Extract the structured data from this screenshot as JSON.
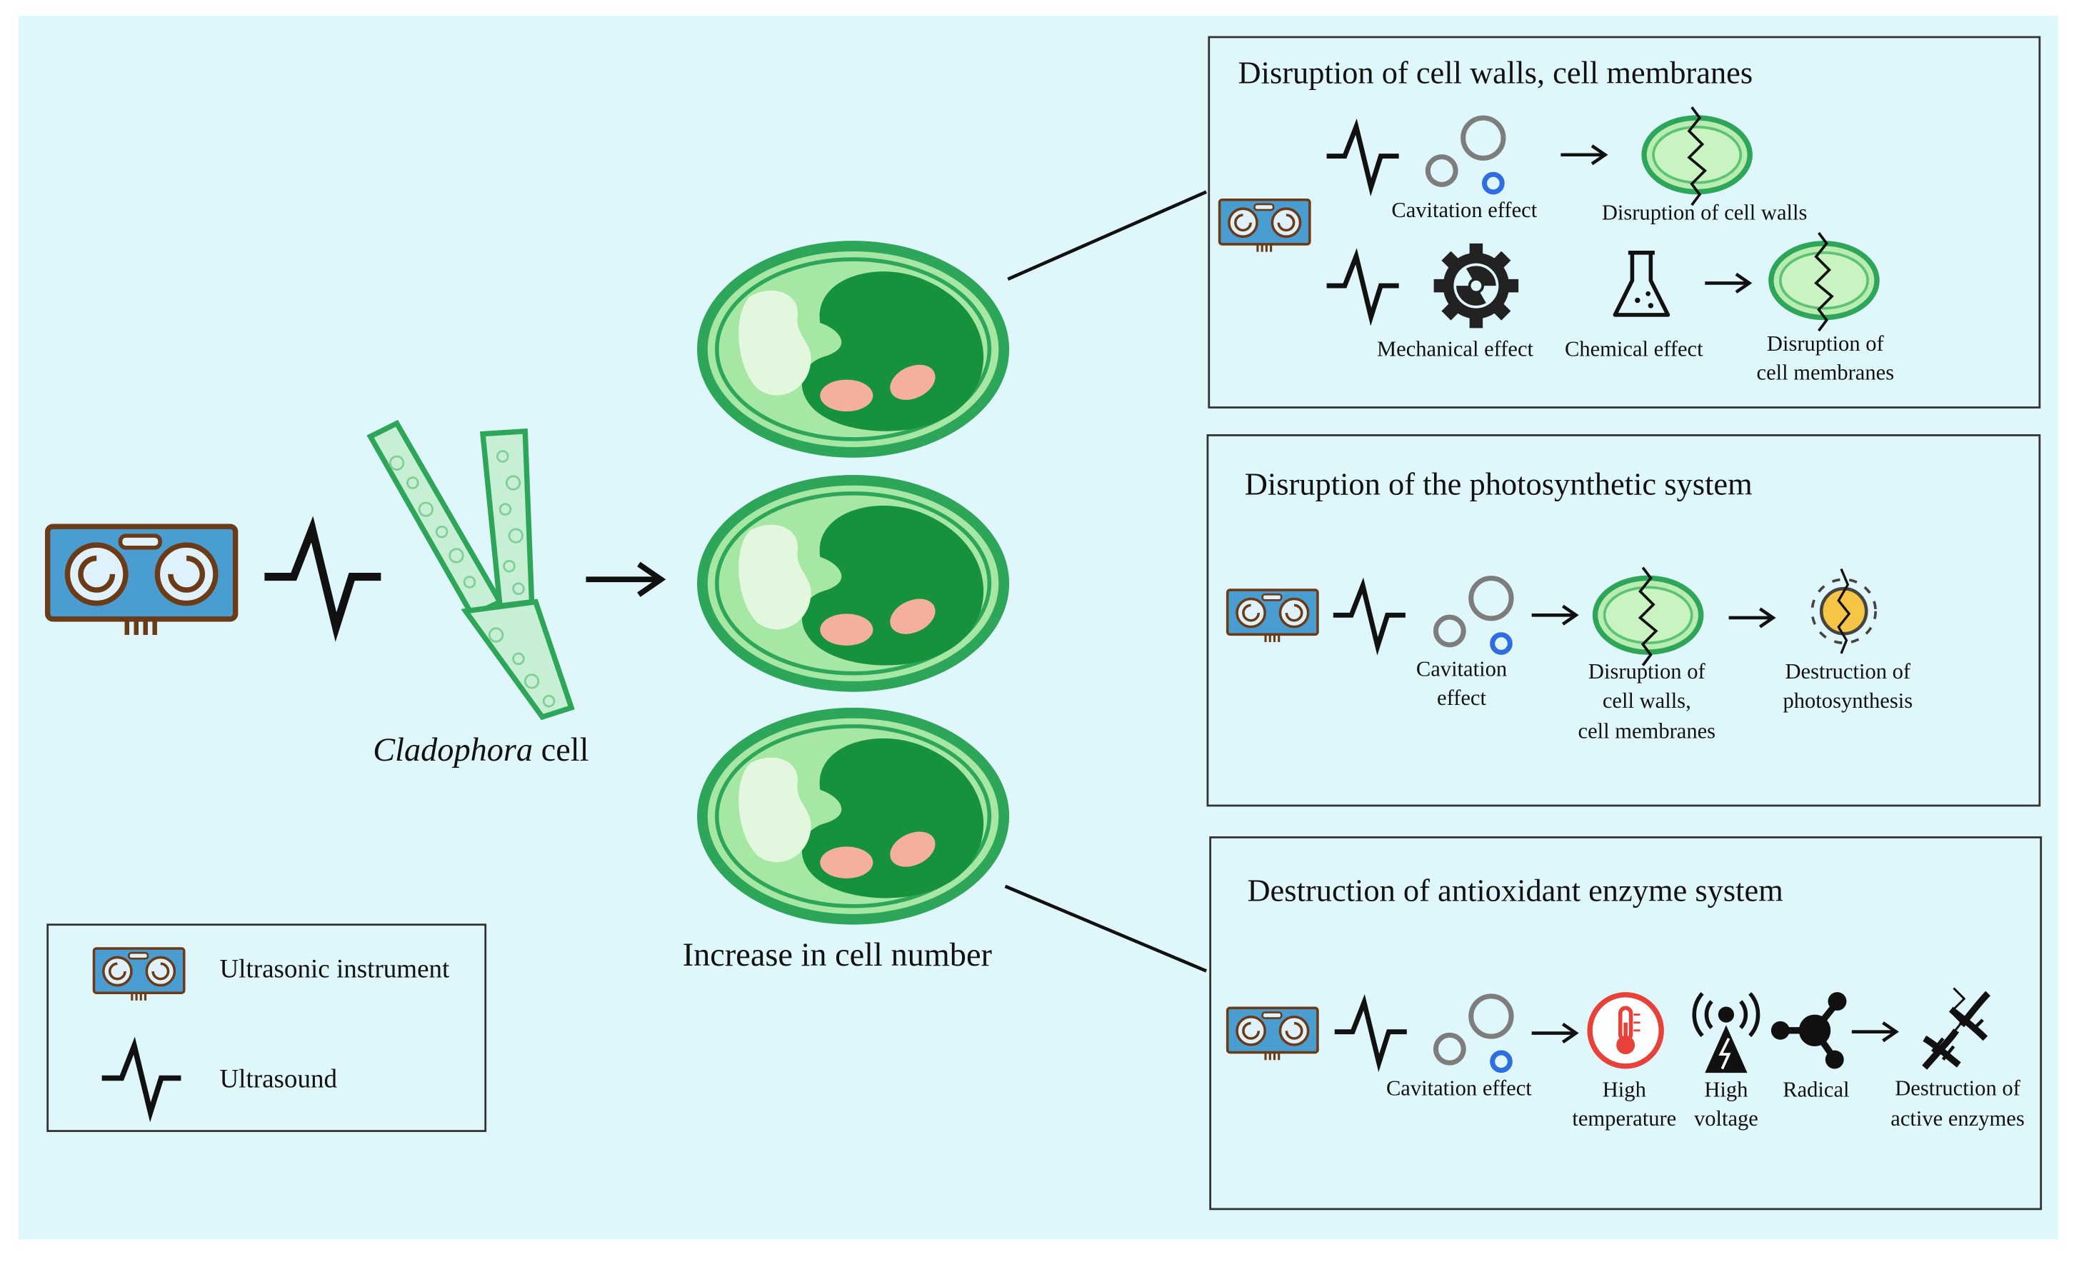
{
  "colors": {
    "background": "#dff7fb",
    "cell_outer": "#2ea65a",
    "cell_fill": "#9fe39d",
    "cell_dark": "#16913c",
    "nucleus": "#f4b09c",
    "device_body": "#4a9dd1",
    "device_border": "#6b3a16",
    "bubble_blue": "#2f6de0",
    "thermo_red": "#e8413a",
    "chloroplast_yellow": "#f6c545"
  },
  "left": {
    "cell_label_italic": "Cladophora",
    "cell_label_rest": " cell",
    "increase_label": "Increase in cell number"
  },
  "legend": {
    "instrument_label": "Ultrasonic instrument",
    "ultrasound_label": "Ultrasound"
  },
  "panel1": {
    "title": "Disruption of cell walls, cell membranes",
    "cavitation_label": "Cavitation effect",
    "walls_label": "Disruption of cell walls",
    "mechanical_label": "Mechanical effect",
    "chemical_label": "Chemical effect",
    "membranes_line1": "Disruption of",
    "membranes_line2": "cell membranes"
  },
  "panel2": {
    "title": "Disruption of the photosynthetic system",
    "cavitation_line1": "Cavitation",
    "cavitation_line2": "effect",
    "disruption_line1": "Disruption of",
    "disruption_line2": "cell walls,",
    "disruption_line3": "cell membranes",
    "destruction_line1": "Destruction of",
    "destruction_line2": "photosynthesis"
  },
  "panel3": {
    "title": "Destruction of antioxidant enzyme system",
    "cavitation_label": "Cavitation effect",
    "hightemp_line1": "High",
    "hightemp_line2": "temperature",
    "highvolt_line1": "High",
    "highvolt_line2": "voltage",
    "radical_label": "Radical",
    "enzymes_line1": "Destruction of",
    "enzymes_line2": "active enzymes"
  }
}
